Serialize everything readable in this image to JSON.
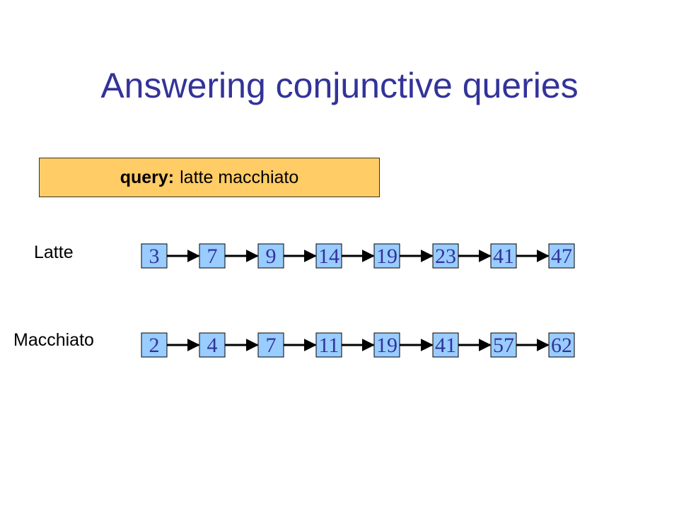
{
  "title": "Answering conjunctive queries",
  "query": {
    "label": "query:",
    "text": "latte macchiato"
  },
  "colors": {
    "title": "#333399",
    "node_fill": "#99ccff",
    "node_text": "#333399",
    "query_box_fill": "#ffcc66",
    "arrow": "#000000"
  },
  "postings": [
    {
      "term": "Latte",
      "doc_ids": [
        "3",
        "7",
        "9",
        "14",
        "19",
        "23",
        "41",
        "47"
      ]
    },
    {
      "term": "Macchiato",
      "doc_ids": [
        "2",
        "4",
        "7",
        "11",
        "19",
        "41",
        "57",
        "62"
      ]
    }
  ]
}
